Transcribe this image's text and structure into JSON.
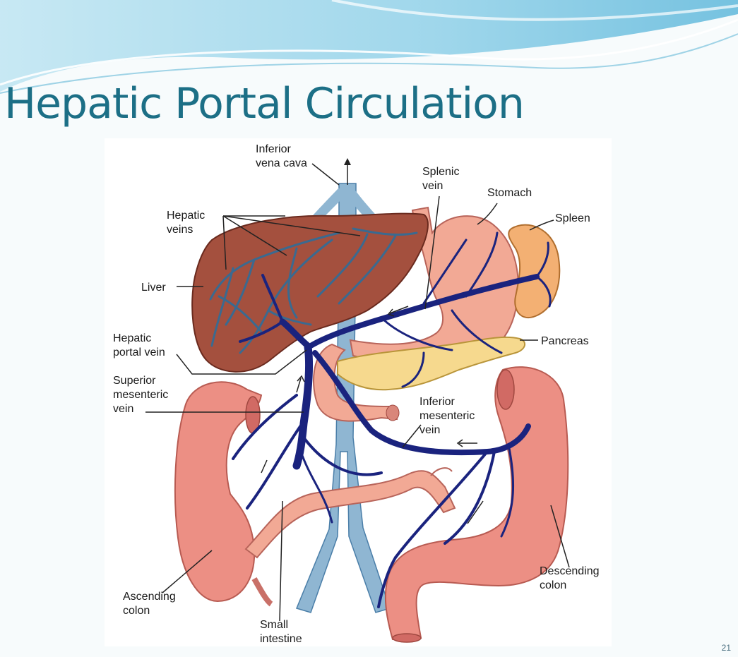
{
  "slide": {
    "title": "Hepatic Portal Circulation",
    "number": "21"
  },
  "labels": {
    "inferior_vena_cava": "Inferior\nvena cava",
    "splenic_vein": "Splenic\nvein",
    "stomach": "Stomach",
    "spleen": "Spleen",
    "hepatic_veins": "Hepatic\nveins",
    "liver": "Liver",
    "hepatic_portal_vein": "Hepatic\nportal vein",
    "pancreas": "Pancreas",
    "superior_mesenteric_vein": "Superior\nmesenteric\nvein",
    "inferior_mesenteric_vein": "Inferior\nmesenteric\nvein",
    "ascending_colon": "Ascending\ncolon",
    "small_intestine": "Small\nintestine",
    "descending_colon": "Descending\ncolon"
  },
  "colors": {
    "title": "#1c6f86",
    "portal_veins": "#1a237e",
    "hepatic_veins": "#3a6a90",
    "vena_cava": "#8fb6d2",
    "liver": "#a4503e",
    "stomach": "#f2a995",
    "colon": "#ec8f84",
    "spleen": "#f3b073",
    "pancreas": "#f6d98e"
  }
}
